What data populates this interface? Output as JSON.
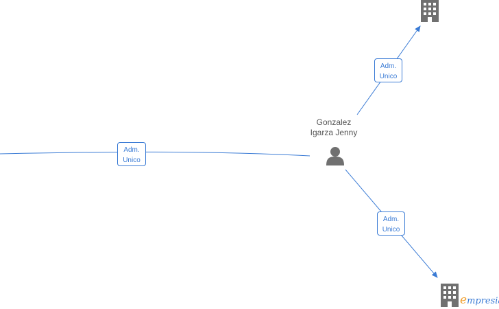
{
  "person": {
    "name_line1": "Gonzalez",
    "name_line2": "Igarza Jenny",
    "icon": "person-icon"
  },
  "companies": [
    {
      "icon": "building-icon"
    },
    {
      "icon": "building-icon"
    }
  ],
  "edges": [
    {
      "role_line1": "Adm.",
      "role_line2": "Unico"
    },
    {
      "role_line1": "Adm.",
      "role_line2": "Unico"
    },
    {
      "role_line1": "Adm.",
      "role_line2": "Unico"
    }
  ],
  "watermark": {
    "e": "e",
    "rest": "mpresia"
  },
  "colors": {
    "edge": "#3a7bd5",
    "node": "#707070",
    "text": "#555555",
    "watermark_accent": "#f0a030"
  }
}
